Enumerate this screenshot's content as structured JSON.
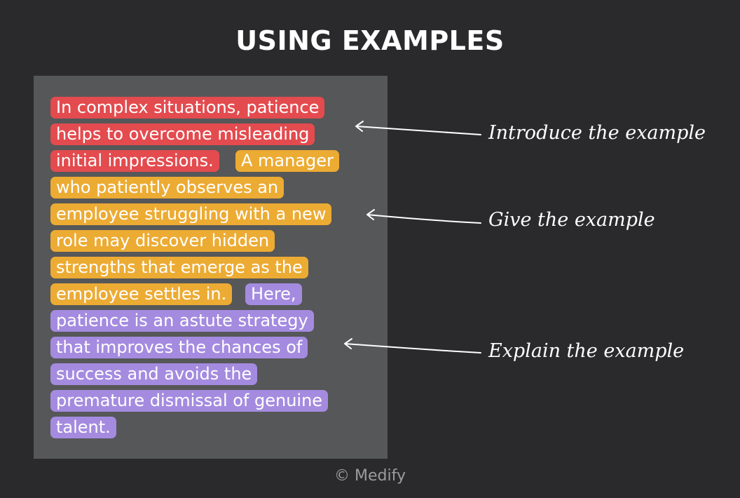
{
  "title": "USING EXAMPLES",
  "colors": {
    "introduce": "#e34b4f",
    "give": "#ecab33",
    "explain": "#a48be0",
    "panel": "#565758",
    "background": "#2a2a2c"
  },
  "lines": [
    [
      {
        "text": "In complex situations, patience",
        "role": "introduce"
      }
    ],
    [
      {
        "text": "helps to overcome misleading",
        "role": "introduce"
      }
    ],
    [
      {
        "text": "initial impressions.",
        "role": "introduce"
      },
      {
        "text": "A manager",
        "role": "give"
      }
    ],
    [
      {
        "text": "who patiently observes an",
        "role": "give"
      }
    ],
    [
      {
        "text": "employee struggling with a new",
        "role": "give"
      }
    ],
    [
      {
        "text": "role may discover hidden",
        "role": "give"
      }
    ],
    [
      {
        "text": "strengths that emerge as the",
        "role": "give"
      }
    ],
    [
      {
        "text": "employee settles in.",
        "role": "give"
      },
      {
        "text": "Here,",
        "role": "explain"
      }
    ],
    [
      {
        "text": "patience is an astute strategy",
        "role": "explain"
      }
    ],
    [
      {
        "text": "that improves the chances of",
        "role": "explain"
      }
    ],
    [
      {
        "text": "success and avoids the",
        "role": "explain"
      }
    ],
    [
      {
        "text": "premature dismissal of genuine",
        "role": "explain"
      }
    ],
    [
      {
        "text": "talent.",
        "role": "explain"
      }
    ]
  ],
  "annotations": {
    "introduce": "Introduce the example",
    "give": "Give the example",
    "explain": "Explain the example"
  },
  "copyright": "© Medify"
}
